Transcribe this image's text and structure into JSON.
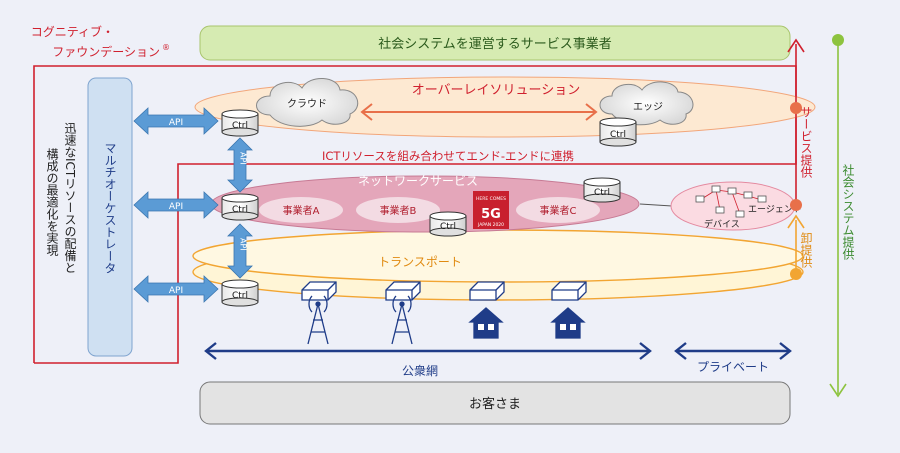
{
  "top_bar": "社会システムを運営するサービス事業者",
  "bottom_bar": "お客さま",
  "cognitive": {
    "line1": "コグニティブ・",
    "line2": "ファウンデーション",
    "mark": "®"
  },
  "orchestrator": "マルチオーケストレータ",
  "left_caption": {
    "col1": "迅速なICTリソースの配備と",
    "col2": "構成の最適化を実現"
  },
  "overlay": {
    "title": "オーバーレイソリューション",
    "cloud": "クラウド",
    "edge": "エッジ",
    "ctrl": "Ctrl"
  },
  "connect_caption": "ICTリソースを組み合わせてエンド-エンドに連携",
  "network": {
    "title": "ネットワークサービス",
    "operators": [
      "事業者A",
      "事業者B",
      "事業者C"
    ],
    "ctrl": "Ctrl",
    "badge": {
      "line1": "HERE COMES",
      "line2": "5G",
      "line3": "JAPAN 2020"
    }
  },
  "transport": {
    "title": "トランスポート",
    "ctrl": "Ctrl"
  },
  "api": "API",
  "devices": {
    "agent": "エージェント",
    "device": "デバイス"
  },
  "range": {
    "public": "公衆網",
    "private": "プライベート"
  },
  "right_labels": {
    "service": "サービス提供",
    "wholesale": "卸提供",
    "society": "社会システム提供"
  },
  "colors": {
    "accent_red": "#d0202e",
    "api_blue": "#5b9bd5",
    "navy": "#1f3c88",
    "green": "#8dc33f",
    "orange": "#f2a532",
    "ctrl_green": "#3a8a2e"
  }
}
